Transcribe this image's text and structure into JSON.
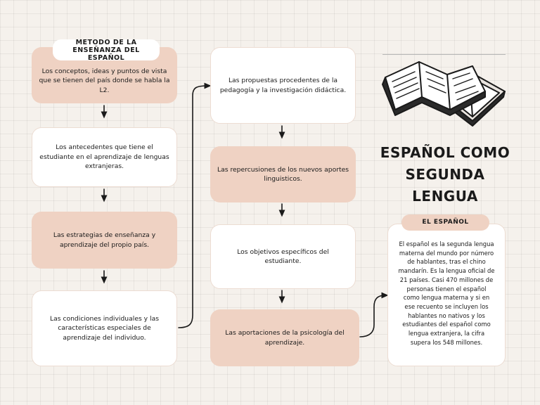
{
  "left_column": {
    "header": "METODO DE LA ENSEÑANZA DEL ESPAÑOL",
    "items": [
      "Los conceptos, ideas y puntos de vista que se tienen del país donde se habla la L2.",
      "Los antecedentes que tiene el estudiante en el aprendizaje de lenguas extranjeras.",
      "Las estrategias de enseñanza y aprendizaje del propio país.",
      "Las condiciones individuales y las características especiales de aprendizaje del individuo."
    ]
  },
  "middle_column": {
    "items": [
      "Las propuestas procedentes de la pedagogía y la investigación didáctica.",
      "Las repercusiones de los nuevos aportes linguisticos.",
      "Los objetivos específicos del estudiante.",
      "Las aportaciones de la psicología del aprendizaje."
    ]
  },
  "title": "ESPAÑOL COMO SEGUNDA LENGUA",
  "info": {
    "header": "EL ESPAÑOL",
    "body": "El español es la segunda lengua materna del mundo por número de hablantes, tras el chino mandarín. Es la lengua oficial de 21 países. Casi 470 millones de personas tienen el español como lengua materna y si en ese recuento se incluyen los hablantes no nativos y los estudiantes del español como lengua extranjera, la cifra supera los 548 millones."
  },
  "icons": {
    "book": "open-book-icon",
    "arrow": "arrow-down-icon"
  }
}
